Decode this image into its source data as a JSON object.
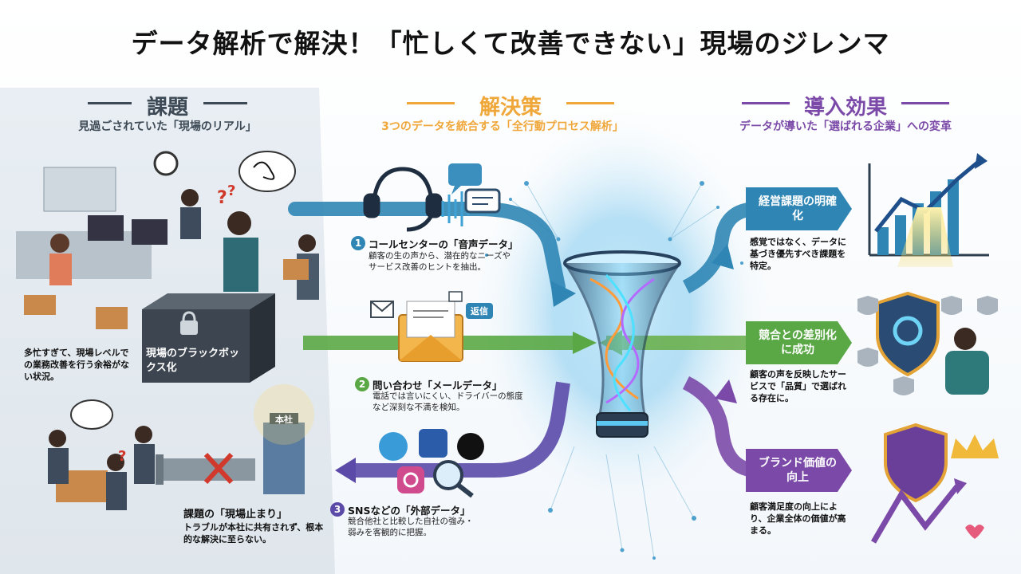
{
  "title": "データ解析で解決！「忙しくて改善できない」現場のジレンマ",
  "columns": {
    "problem": {
      "heading": "課題",
      "subtitle": "見過ごされていた「現場のリアル」"
    },
    "solution": {
      "heading": "解決策",
      "subtitle": "3つのデータを統合する「全行動プロセス解析」"
    },
    "effect": {
      "heading": "導入効果",
      "subtitle": "データが導いた「選ばれる企業」への変革"
    }
  },
  "problems": {
    "busy_text": "多忙すぎて、現場レベルでの業務改善を行う余裕がない状況。",
    "blackbox_label": "現場のブラックボックス化",
    "hq_label": "本社",
    "stop_title": "課題の「現場止まり」",
    "stop_desc": "トラブルが本社に共有されず、根本的な解決に至らない。"
  },
  "solutions": [
    {
      "num": "1",
      "title": "コールセンターの「音声データ」",
      "desc": "顧客の生の声から、潜在的なニーズやサービス改善のヒントを抽出。"
    },
    {
      "num": "2",
      "title": "問い合わせ「メールデータ」",
      "desc": "電話では言いにくい、ドライバーの態度など深刻な不満を検知。"
    },
    {
      "num": "3",
      "title": "SNSなどの「外部データ」",
      "desc": "競合他社と比較した自社の強み・弱みを客観的に把握。"
    }
  ],
  "icons": {
    "reply_badge": "返信"
  },
  "effects": [
    {
      "label": "経営課題の明確化",
      "desc": "感覚ではなく、データに基づき優先すべき課題を特定。"
    },
    {
      "label": "競合との差別化に成功",
      "desc": "顧客の声を反映したサービスで「品質」で選ばれる存在に。"
    },
    {
      "label": "ブランド価値の向上",
      "desc": "顧客満足度の向上により、企業全体の価値が高まる。"
    }
  ],
  "colors": {
    "problem": "#3d4a55",
    "solution": "#f0a73a",
    "effect": "#7b4aa8",
    "stream_blue": "#2f86b5",
    "stream_green": "#5aa845",
    "stream_purple": "#5b4aa8"
  }
}
